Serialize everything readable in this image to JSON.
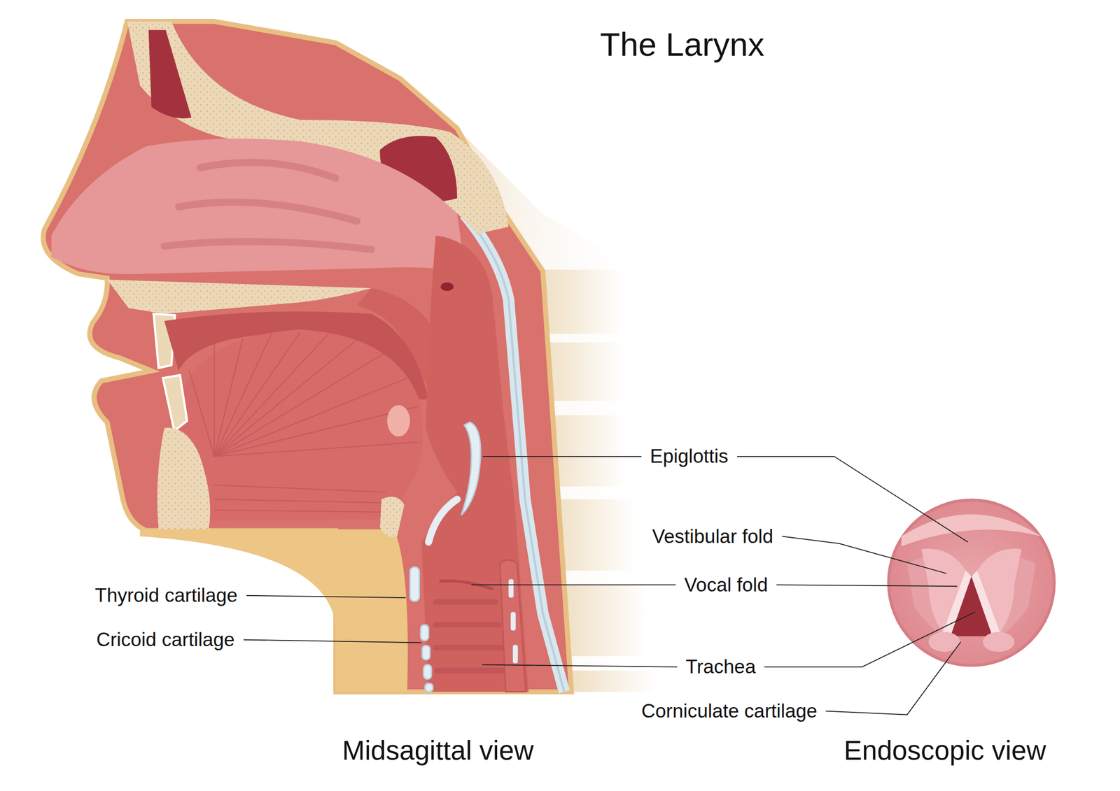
{
  "diagram": {
    "title": "The Larynx",
    "labels": [
      "Epiglottis",
      "Vestibular fold",
      "Vocal fold",
      "Thyroid cartilage",
      "Cricoid cartilage",
      "Trachea",
      "Corniculate cartilage",
      "Midsagittal view",
      "Endoscopic view"
    ]
  }
}
